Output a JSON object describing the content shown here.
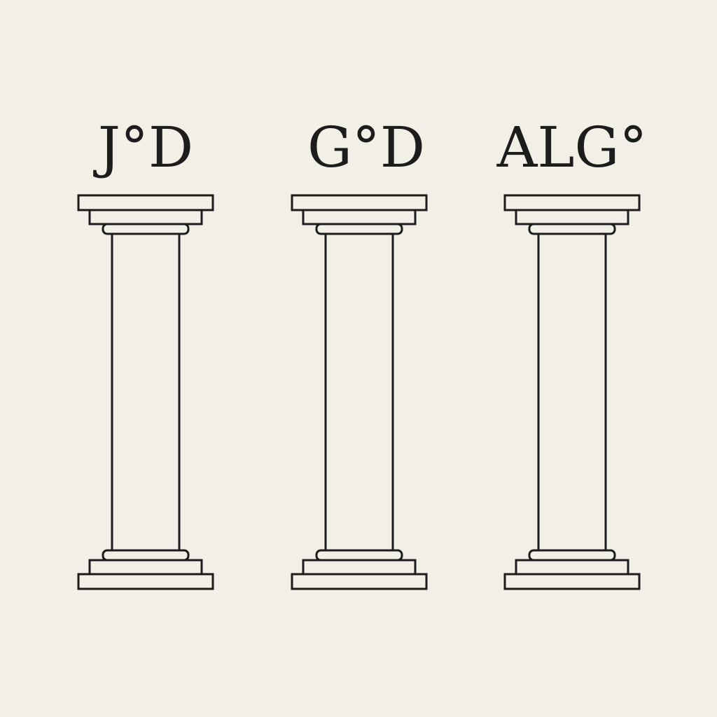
{
  "colors": {
    "background": "#f2efe6",
    "stroke": "#1c1c1c"
  },
  "pillars": [
    {
      "label": "J°D"
    },
    {
      "label": "G°D"
    },
    {
      "label": "ALG°"
    }
  ]
}
